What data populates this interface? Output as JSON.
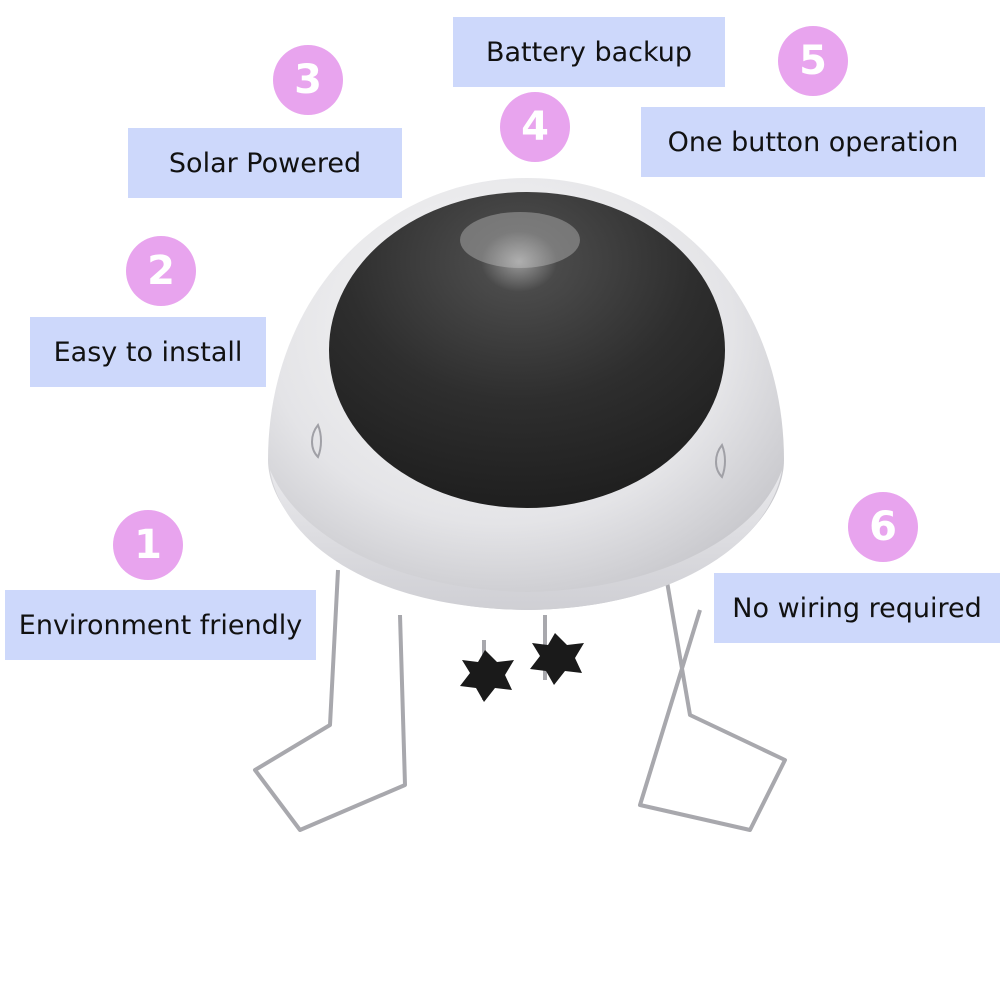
{
  "features": [
    {
      "number": "1",
      "label": "Environment friendly"
    },
    {
      "number": "2",
      "label": "Easy to install"
    },
    {
      "number": "3",
      "label": "Solar Powered"
    },
    {
      "number": "4",
      "label": "Battery backup"
    },
    {
      "number": "5",
      "label": "One button operation"
    },
    {
      "number": "6",
      "label": "No wiring required"
    }
  ],
  "colors": {
    "badge": "#e8a4ee",
    "label_background": "#cdd8fb",
    "product_shell": "#e6e6e9",
    "solar_panel": "#2c2c2c"
  },
  "icons": {
    "product": "solar-light-image"
  }
}
